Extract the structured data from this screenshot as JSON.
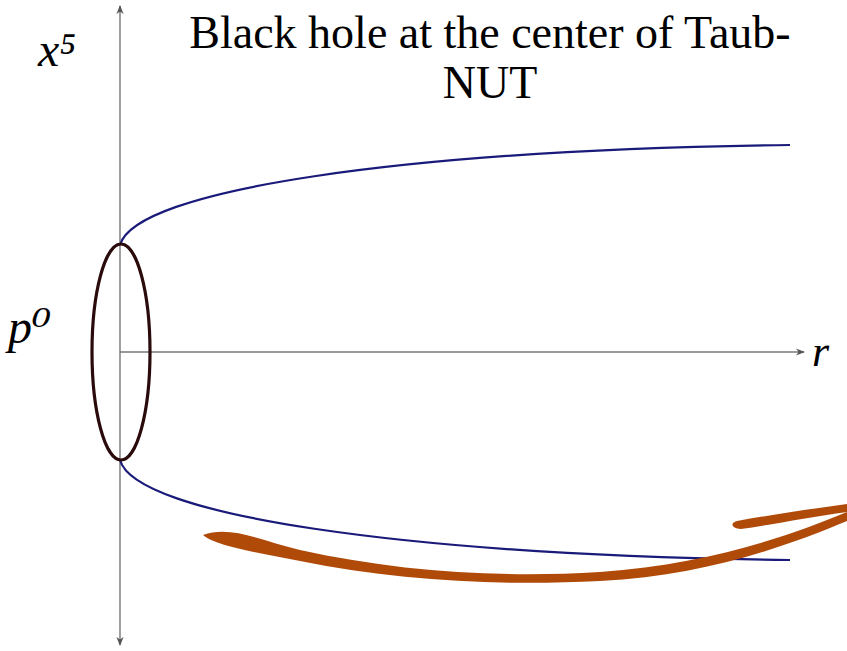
{
  "diagram": {
    "title": "Black hole at the center of Taub-NUT",
    "labels": [
      "x⁵",
      "p⁰",
      "r"
    ]
  }
}
